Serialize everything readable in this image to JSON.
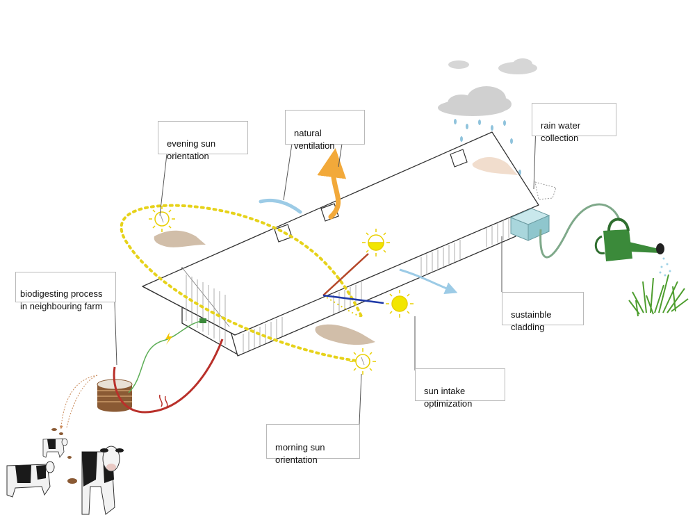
{
  "labels": {
    "evening_sun": "evening sun\norientation",
    "natural_ventilation": "natural\nventilation",
    "rain_water": "rain water\ncollection",
    "biodigesting": "biodigesting process\nin neighbouring farm",
    "sustainable_cladding": "sustainble\ncladding",
    "sun_intake": "sun intake\noptimization",
    "morning_sun": "morning sun\norientation"
  },
  "colors": {
    "sun_path": "#e6d21a",
    "sun": "#f2e600",
    "red_ray": "#b5482a",
    "blue_ray": "#1f3aa8",
    "ventilation": "#f2a93a",
    "airflow": "#9ccbe6",
    "rain": "#8fc3dc",
    "tank": "#a9d6dc",
    "pipe": "#b9302a",
    "cable": "#5dae57",
    "watering_can": "#3b8a3a",
    "grass": "#4e9e2f"
  }
}
